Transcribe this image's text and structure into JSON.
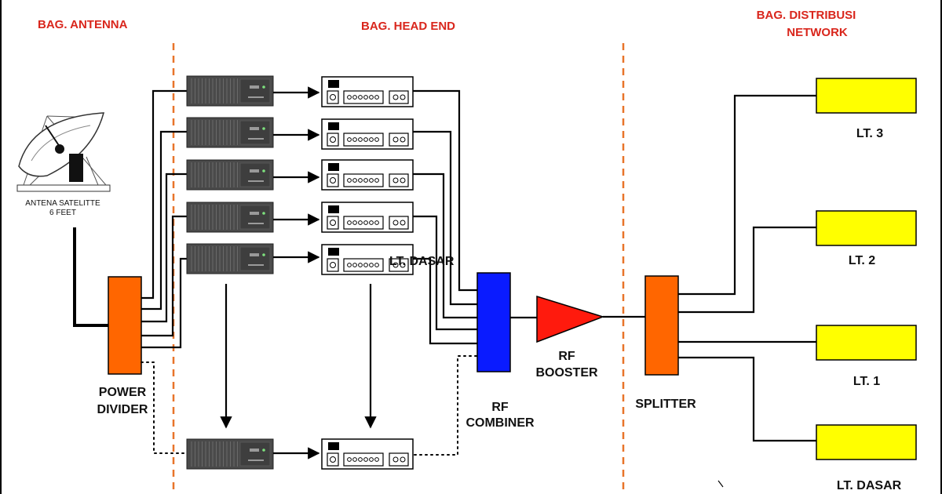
{
  "sections": {
    "antenna": "BAG. ANTENNA",
    "head_end": "BAG. HEAD END",
    "distribution_line1": "BAG. DISTRIBUSI",
    "distribution_line2": "NETWORK"
  },
  "antenna": {
    "label_line1": "ANTENA SATELITTE",
    "label_line2": "6 FEET"
  },
  "components": {
    "power_divider_line1": "POWER",
    "power_divider_line2": "DIVIDER",
    "rf_combiner_line1": "RF",
    "rf_combiner_line2": "COMBINER",
    "rf_booster_line1": "RF",
    "rf_booster_line2": "BOOSTER",
    "splitter": "SPLITTER"
  },
  "overlay_label": "LT. DASAR",
  "floors": [
    "LT. 3",
    "LT. 2",
    "LT. 1",
    "LT. DASAR"
  ],
  "colors": {
    "header_red": "#d9261c",
    "divider_orange": "#e8742a",
    "divider_box": "#ff6600",
    "combiner_blue": "#0a1bff",
    "booster_red": "#ff1a0d",
    "floor_yellow": "#ffff00",
    "receiver_dark": "#4a4a4a"
  }
}
